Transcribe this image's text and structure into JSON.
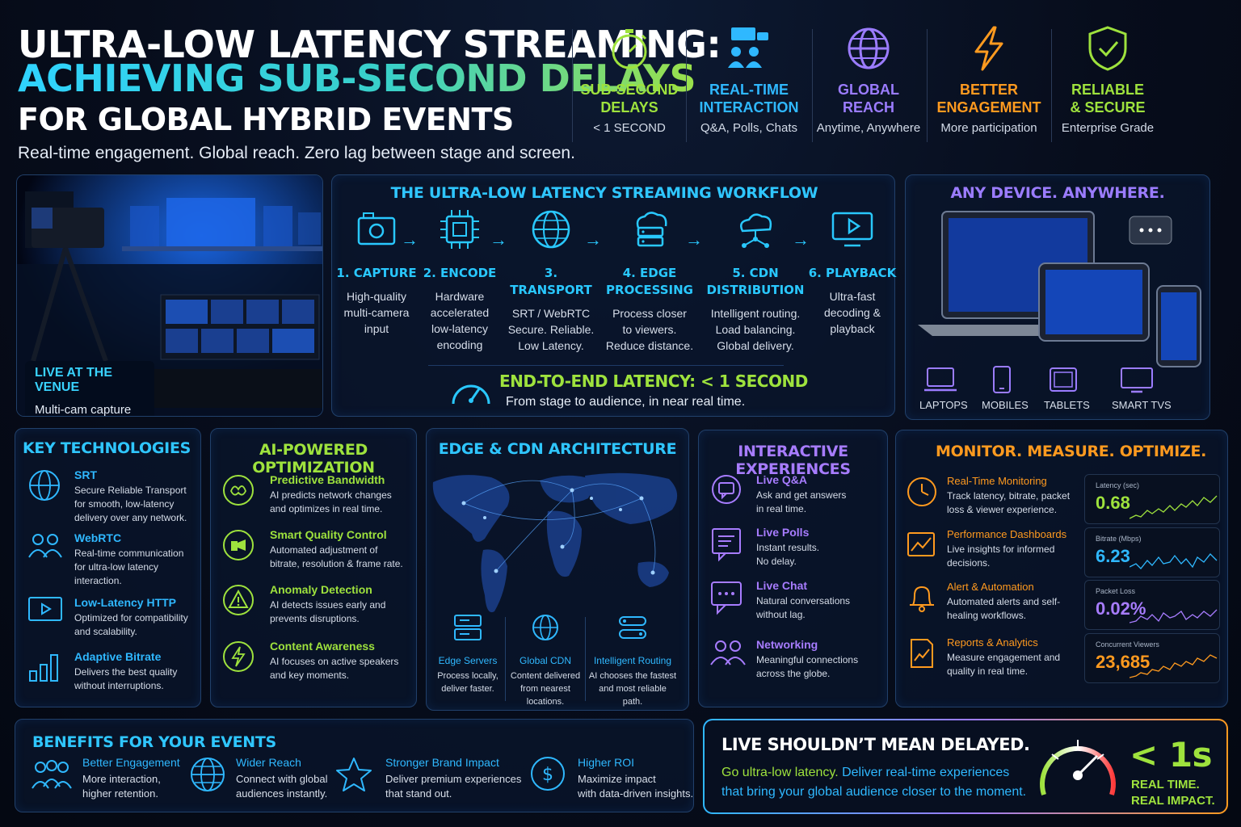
{
  "header": {
    "title_line1": "ULTRA-LOW LATENCY STREAMING:",
    "title_line2": "ACHIEVING SUB-SECOND DELAYS",
    "title_line3": "FOR GLOBAL HYBRID EVENTS",
    "subtitle": "Real-time engagement. Global reach. Zero lag between stage and screen."
  },
  "features": [
    {
      "title1": "SUB-SECOND",
      "title2": "DELAYS",
      "sub": "< 1 SECOND",
      "icon": "stopwatch-icon",
      "color": "#9ee23d"
    },
    {
      "title1": "REAL-TIME",
      "title2": "INTERACTION",
      "sub": "Q&A, Polls, Chats",
      "icon": "people-chat-icon",
      "color": "#2fb8ff"
    },
    {
      "title1": "GLOBAL",
      "title2": "REACH",
      "sub": "Anytime, Anywhere",
      "icon": "globe-icon",
      "color": "#9b7cff"
    },
    {
      "title1": "BETTER",
      "title2": "ENGAGEMENT",
      "sub": "More participation",
      "icon": "lightning-icon",
      "color": "#ff9a1f"
    },
    {
      "title1": "RELIABLE",
      "title2": "& SECURE",
      "sub": "Enterprise Grade",
      "icon": "shield-check-icon",
      "color": "#9ee23d"
    }
  ],
  "venue": {
    "label": "LIVE AT THE VENUE",
    "sub": "Multi-cam capture"
  },
  "workflow": {
    "title": "THE ULTRA-LOW LATENCY STREAMING WORKFLOW",
    "steps": [
      {
        "title1": "1. CAPTURE",
        "title2": "",
        "desc": [
          "High-quality",
          "multi-camera",
          "input"
        ],
        "icon": "camera-icon"
      },
      {
        "title1": "2. ENCODE",
        "title2": "",
        "desc": [
          "Hardware",
          "accelerated",
          "low-latency",
          "encoding"
        ],
        "icon": "chip-icon"
      },
      {
        "title1": "3. TRANSPORT",
        "title2": "",
        "desc": [
          "SRT / WebRTC",
          "Secure. Reliable.",
          "Low Latency."
        ],
        "icon": "globe-icon"
      },
      {
        "title1": "4. EDGE",
        "title2": "PROCESSING",
        "desc": [
          "Process closer",
          "to viewers.",
          "Reduce distance."
        ],
        "icon": "cloud-server-icon"
      },
      {
        "title1": "5. CDN",
        "title2": "DISTRIBUTION",
        "desc": [
          "Intelligent routing.",
          "Load balancing.",
          "Global delivery."
        ],
        "icon": "cloud-network-icon"
      },
      {
        "title1": "6. PLAYBACK",
        "title2": "",
        "desc": [
          "Ultra-fast",
          "decoding &",
          "playback"
        ],
        "icon": "monitor-play-icon"
      }
    ],
    "latency_title": "END-TO-END LATENCY: < 1  SECOND",
    "latency_sub": "From stage to audience, in near real time."
  },
  "devices": {
    "title": "ANY DEVICE. ANYWHERE.",
    "items": [
      "LAPTOPS",
      "MOBILES",
      "TABLETS",
      "SMART TVS"
    ]
  },
  "key_tech": {
    "title": "KEY TECHNOLOGIES",
    "items": [
      {
        "title": "SRT",
        "desc": [
          "Secure Reliable Transport",
          "for smooth, low-latency",
          "delivery over any network."
        ],
        "icon": "globe-icon"
      },
      {
        "title": "WebRTC",
        "desc": [
          "Real-time communication",
          "for ultra-low latency",
          "interaction."
        ],
        "icon": "people-icon"
      },
      {
        "title": "Low-Latency HTTP",
        "desc": [
          "Optimized for compatibility",
          "and scalability."
        ],
        "icon": "monitor-play-icon"
      },
      {
        "title": "Adaptive Bitrate",
        "desc": [
          "Delivers the best quality",
          "without interruptions."
        ],
        "icon": "bar-chart-icon"
      }
    ]
  },
  "ai": {
    "title": "AI-POWERED OPTIMIZATION",
    "items": [
      {
        "title": "Predictive Bandwidth",
        "desc": [
          "AI predicts network changes",
          "and optimizes in real time."
        ],
        "icon": "brain-icon"
      },
      {
        "title": "Smart Quality Control",
        "desc": [
          "Automated adjustment of",
          "bitrate, resolution & frame rate."
        ],
        "icon": "sliders-icon"
      },
      {
        "title": "Anomaly Detection",
        "desc": [
          "AI detects issues early and",
          "prevents disruptions."
        ],
        "icon": "warning-icon"
      },
      {
        "title": "Content Awareness",
        "desc": [
          "AI focuses on active speakers",
          "and key moments."
        ],
        "icon": "bolt-circle-icon"
      }
    ]
  },
  "edge": {
    "title": "EDGE & CDN ARCHITECTURE",
    "items": [
      {
        "title": "Edge Servers",
        "desc": [
          "Process locally,",
          "deliver faster."
        ],
        "icon": "server-icon"
      },
      {
        "title": "Global CDN",
        "desc": [
          "Content delivered",
          "from nearest",
          "locations."
        ],
        "icon": "globe-icon"
      },
      {
        "title": "Intelligent Routing",
        "desc": [
          "AI chooses the fastest",
          "and most reliable",
          "path."
        ],
        "icon": "routing-icon"
      }
    ]
  },
  "interactive": {
    "title": "INTERACTIVE EXPERIENCES",
    "items": [
      {
        "title": "Live Q&A",
        "desc": [
          "Ask and get answers",
          "in real time."
        ],
        "icon": "qa-bubble-icon"
      },
      {
        "title": "Live Polls",
        "desc": [
          "Instant results.",
          "No delay."
        ],
        "icon": "poll-icon"
      },
      {
        "title": "Live Chat",
        "desc": [
          "Natural conversations",
          "without lag."
        ],
        "icon": "chat-icon"
      },
      {
        "title": "Networking",
        "desc": [
          "Meaningful connections",
          "across the globe."
        ],
        "icon": "people-icon"
      }
    ]
  },
  "monitor": {
    "title": "MONITOR. MEASURE. OPTIMIZE.",
    "items": [
      {
        "title": "Real-Time Monitoring",
        "desc": [
          "Track latency, bitrate, packet",
          "loss & viewer experience."
        ],
        "icon": "clock-icon"
      },
      {
        "title": "Performance Dashboards",
        "desc": [
          "Live insights for informed",
          "decisions."
        ],
        "icon": "dashboard-icon"
      },
      {
        "title": "Alert & Automation",
        "desc": [
          "Automated alerts and self-",
          "healing workflows."
        ],
        "icon": "bell-icon"
      },
      {
        "title": "Reports & Analytics",
        "desc": [
          "Measure engagement and",
          "quality in real time."
        ],
        "icon": "report-icon"
      }
    ],
    "metrics": [
      {
        "label": "Latency (sec)",
        "value": "0.68",
        "color": "#9ee23d"
      },
      {
        "label": "Bitrate (Mbps)",
        "value": "6.23",
        "color": "#2fb8ff"
      },
      {
        "label": "Packet Loss",
        "value": "0.02%",
        "color": "#a77cff"
      },
      {
        "label": "Concurrent Viewers",
        "value": "23,685",
        "color": "#ff9a1f"
      }
    ]
  },
  "benefits": {
    "title": "BENEFITS FOR YOUR EVENTS",
    "items": [
      {
        "title": "Better Engagement",
        "desc": [
          "More interaction,",
          "higher retention."
        ],
        "icon": "group-icon"
      },
      {
        "title": "Wider Reach",
        "desc": [
          "Connect with global",
          "audiences instantly."
        ],
        "icon": "globe-icon"
      },
      {
        "title": "Stronger Brand Impact",
        "desc": [
          "Deliver premium experiences",
          "that stand out."
        ],
        "icon": "star-icon"
      },
      {
        "title": "Higher ROI",
        "desc": [
          "Maximize impact",
          "with data-driven insights."
        ],
        "icon": "dollar-icon"
      }
    ]
  },
  "cta": {
    "title": "LIVE SHOULDN’T MEAN DELAYED.",
    "line1_green": "Go ultra-low latency.",
    "line1_rest": " Deliver real-time experiences",
    "line2": "that bring your global audience closer to the moment.",
    "big": "< 1s",
    "tag1": "REAL TIME.",
    "tag2": "REAL IMPACT."
  }
}
